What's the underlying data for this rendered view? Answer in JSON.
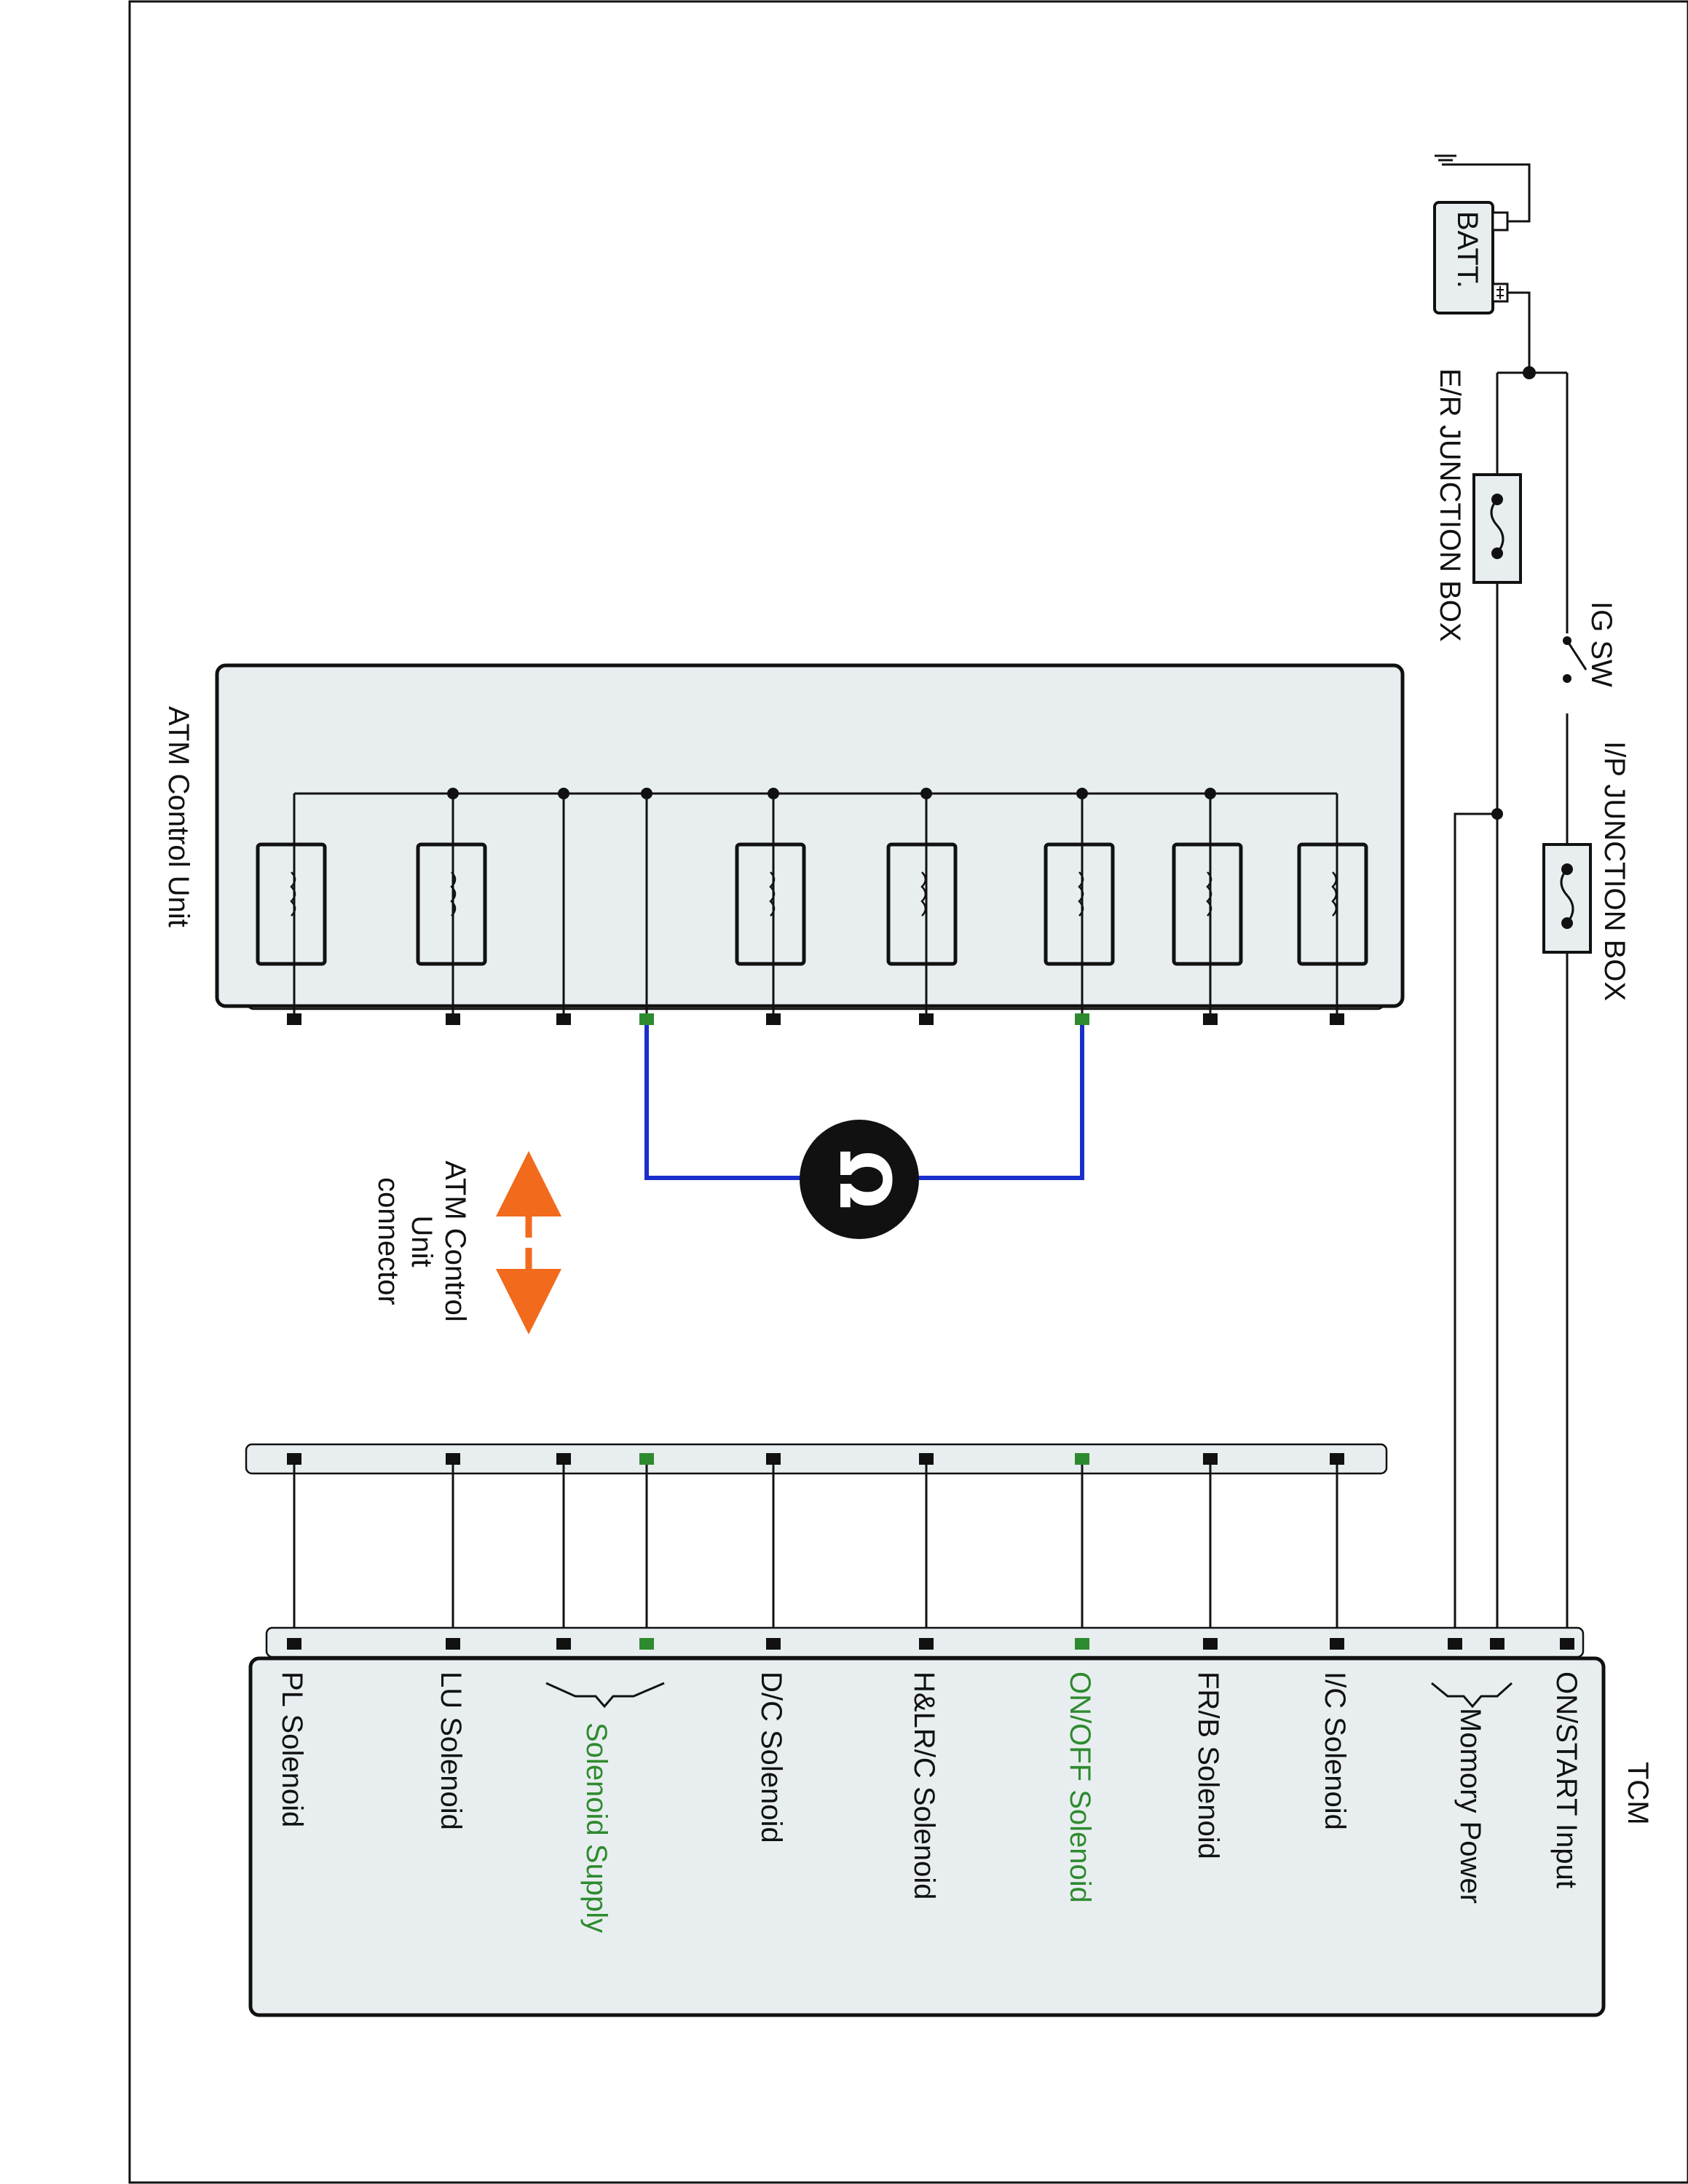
{
  "labels": {
    "batt": "BATT.",
    "er_junction_box": "E/R JUNCTION BOX",
    "ig_sw": "IG SW",
    "ip_junction_box": "I/P JUNCTION BOX",
    "atm_control_unit": "ATM Control Unit",
    "atm_connector_line1": "ATM Control",
    "atm_connector_line2": "Unit",
    "atm_connector_line3": "connector",
    "tcm": "TCM"
  },
  "tcm_pins": [
    {
      "label": "ON/START Input",
      "color": "#111111"
    },
    {
      "label": "Momory Power",
      "color": "#111111"
    },
    {
      "label": "I/C Solenoid",
      "color": "#111111"
    },
    {
      "label": "FR/B Solenoid",
      "color": "#111111"
    },
    {
      "label": "ON/OFF Solenoid",
      "color": "#2e8a2e"
    },
    {
      "label": "H&LR/C Solenoid",
      "color": "#111111"
    },
    {
      "label": "D/C Solenoid",
      "color": "#111111"
    },
    {
      "label": "Solenoid Supply",
      "color": "#2e8a2e"
    },
    {
      "label": "LU Solenoid",
      "color": "#111111"
    },
    {
      "label": "PL Solenoid",
      "color": "#111111"
    }
  ],
  "icons": {
    "ohmmeter": "ohm-meter-icon",
    "connector_arrows": "double-arrow-icon"
  },
  "colors": {
    "measurement_wire": "#1a2ecc",
    "highlight_pin": "#2e8a2e",
    "arrow": "#f26a1b",
    "box_fill": "#e8eef0"
  }
}
